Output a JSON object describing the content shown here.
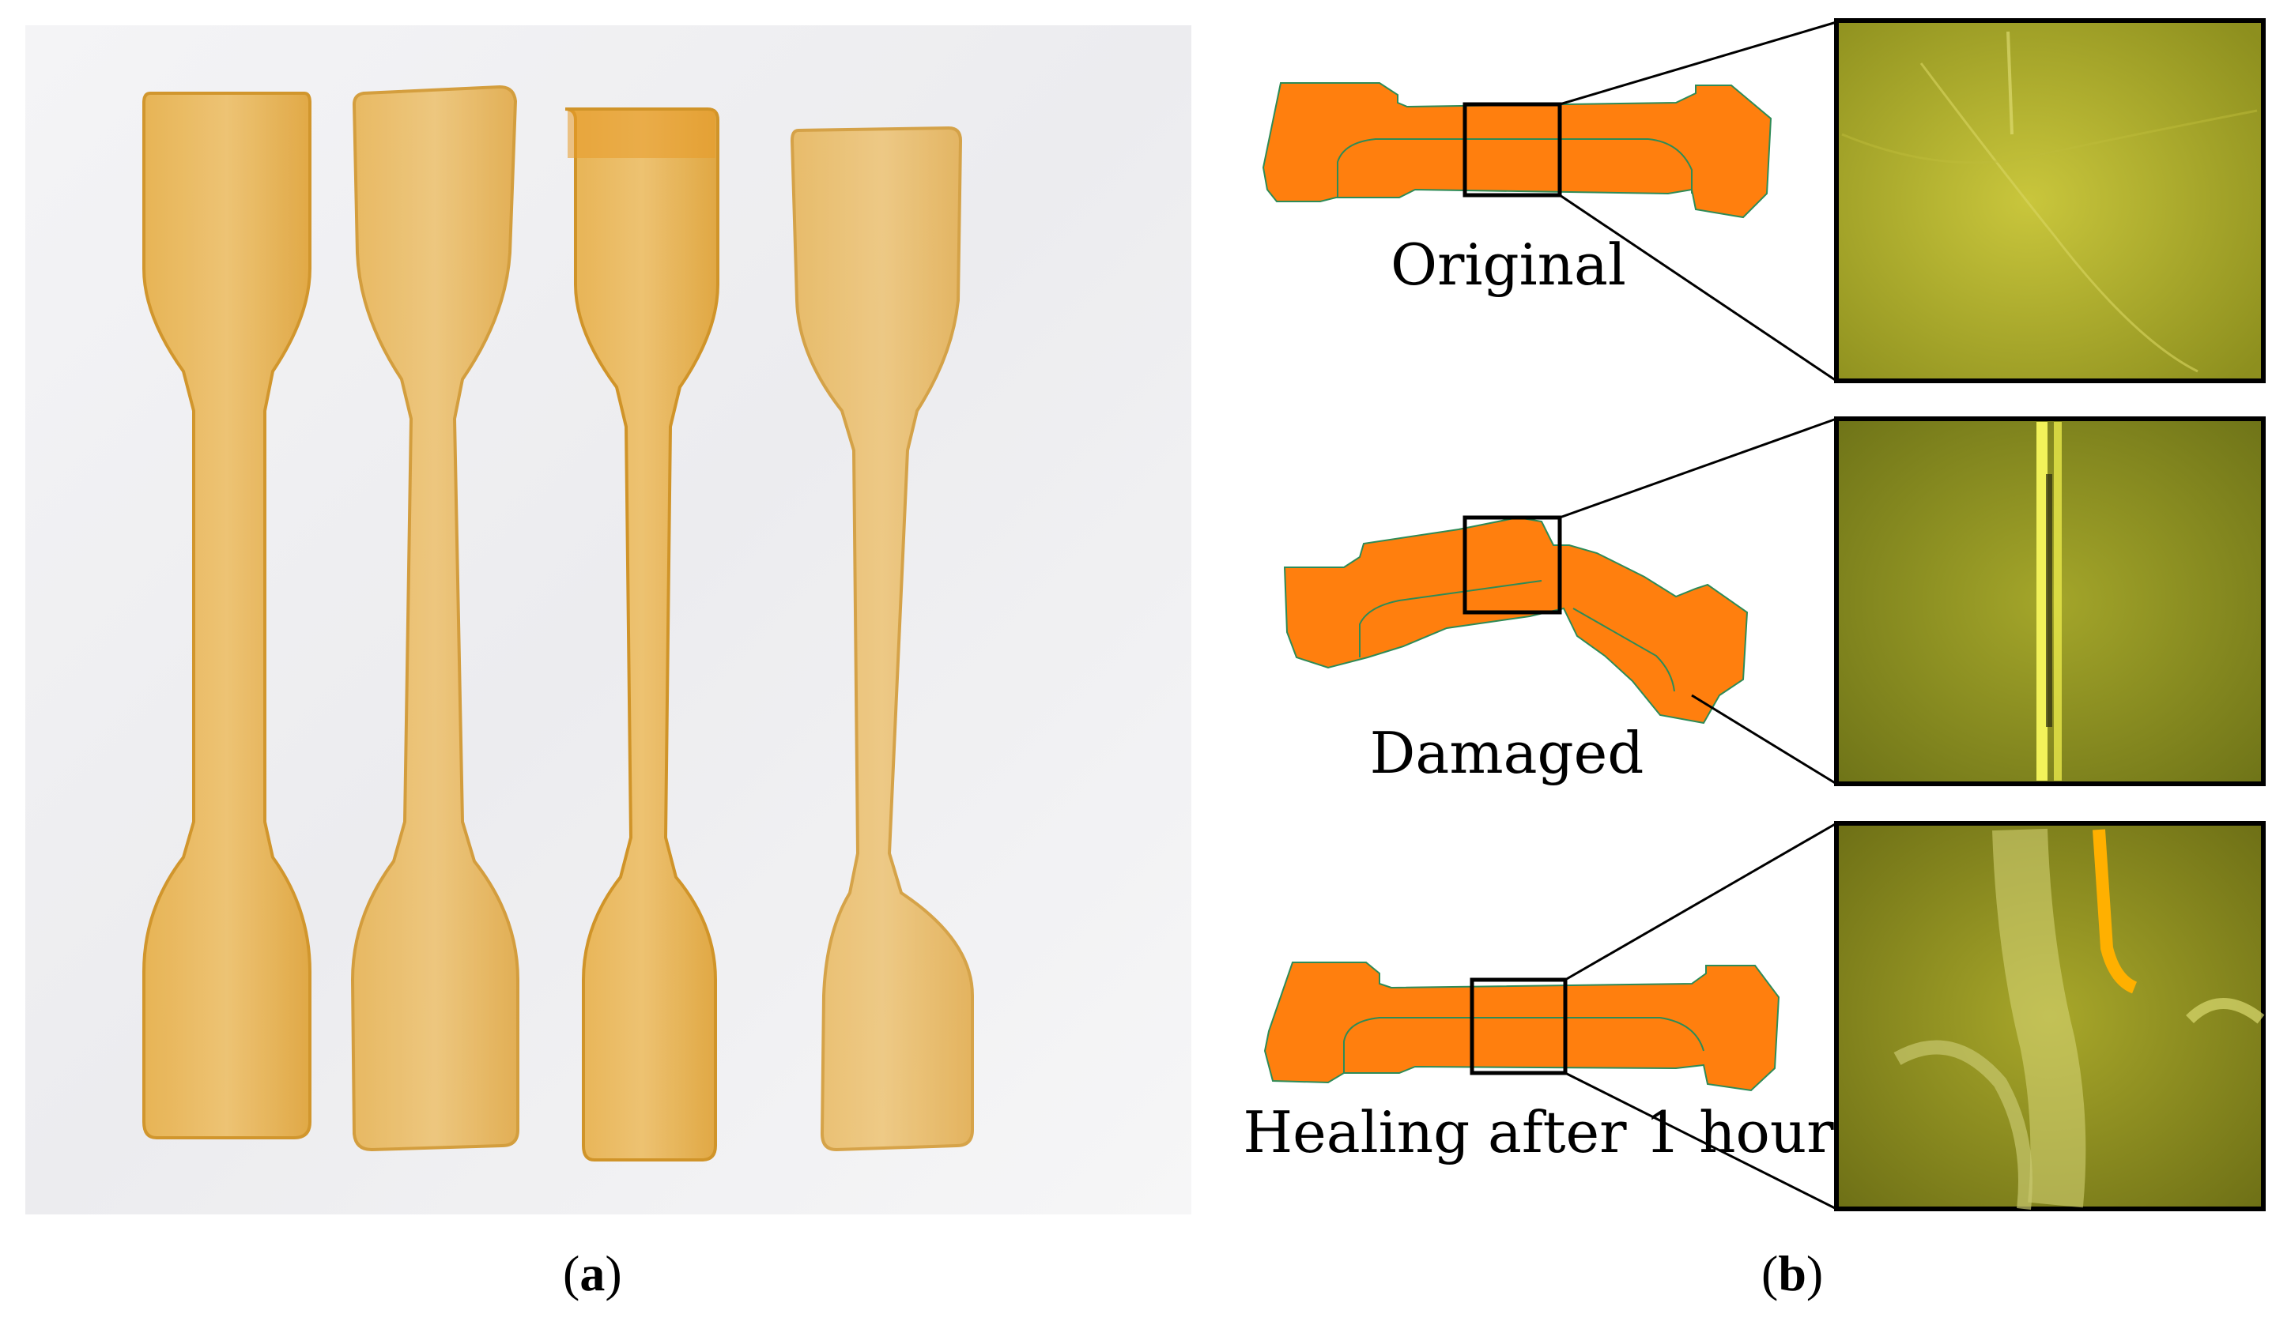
{
  "figure": {
    "panel_a": {
      "caption_open": "(",
      "caption_letter": "a",
      "caption_close": ")"
    },
    "panel_b": {
      "caption_open": "(",
      "caption_letter": "b",
      "caption_close": ")",
      "states": [
        {
          "label": "Original"
        },
        {
          "label": "Damaged"
        },
        {
          "label": "Healing after 1 hour"
        }
      ]
    },
    "colors": {
      "specimen_amber": "#e2a73c",
      "specimen_edge": "#c98a1f",
      "model_orange": "#ff7f0e",
      "model_edge_green": "#2e8b57",
      "micro_yellow_green": "#a7a928",
      "crack_bright": "#f2f25a"
    }
  }
}
